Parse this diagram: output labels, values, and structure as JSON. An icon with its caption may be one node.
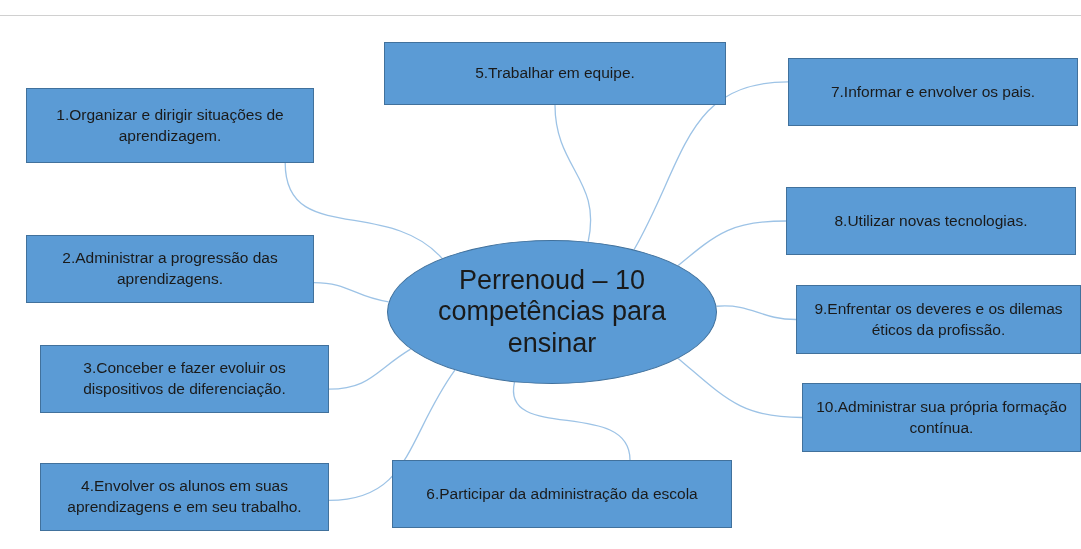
{
  "diagram": {
    "nodes": [
      {
        "text": [
          "Perrenoud – 10 competências para ensinar"
        ]
      },
      {
        "text": [
          "1.Organizar e dirigir situações de aprendizagem."
        ]
      },
      {
        "text": [
          "2.Administrar a progressão das aprendizagens."
        ]
      },
      {
        "text": [
          "3.Conceber e fazer evoluir os dispositivos de diferenciação."
        ]
      },
      {
        "text": [
          "4.Envolver os alunos em suas aprendizagens e em seu trabalho."
        ]
      },
      {
        "text": [
          "5.Trabalhar em equipe."
        ]
      },
      {
        "text": [
          "6.Participar da administração da escola"
        ]
      },
      {
        "text": [
          "7.Informar e envolver os pais."
        ]
      },
      {
        "text": [
          "8.Utilizar novas tecnologias."
        ]
      },
      {
        "text": [
          "9.Enfrentar os deveres e os dilemas éticos da profissão."
        ]
      },
      {
        "text": [
          "10.Administrar sua própria formação contínua."
        ]
      }
    ],
    "edges": [
      {
        "from": 0,
        "to": 1,
        "arrow": "none"
      },
      {
        "from": 0,
        "to": 2,
        "arrow": "none"
      },
      {
        "from": 0,
        "to": 3,
        "arrow": "none"
      },
      {
        "from": 0,
        "to": 4,
        "arrow": "none"
      },
      {
        "from": 0,
        "to": 5,
        "arrow": "none"
      },
      {
        "from": 0,
        "to": 6,
        "arrow": "none"
      },
      {
        "from": 0,
        "to": 7,
        "arrow": "none"
      },
      {
        "from": 0,
        "to": 8,
        "arrow": "none"
      },
      {
        "from": 0,
        "to": 9,
        "arrow": "none"
      },
      {
        "from": 0,
        "to": 10,
        "arrow": "none"
      }
    ]
  }
}
